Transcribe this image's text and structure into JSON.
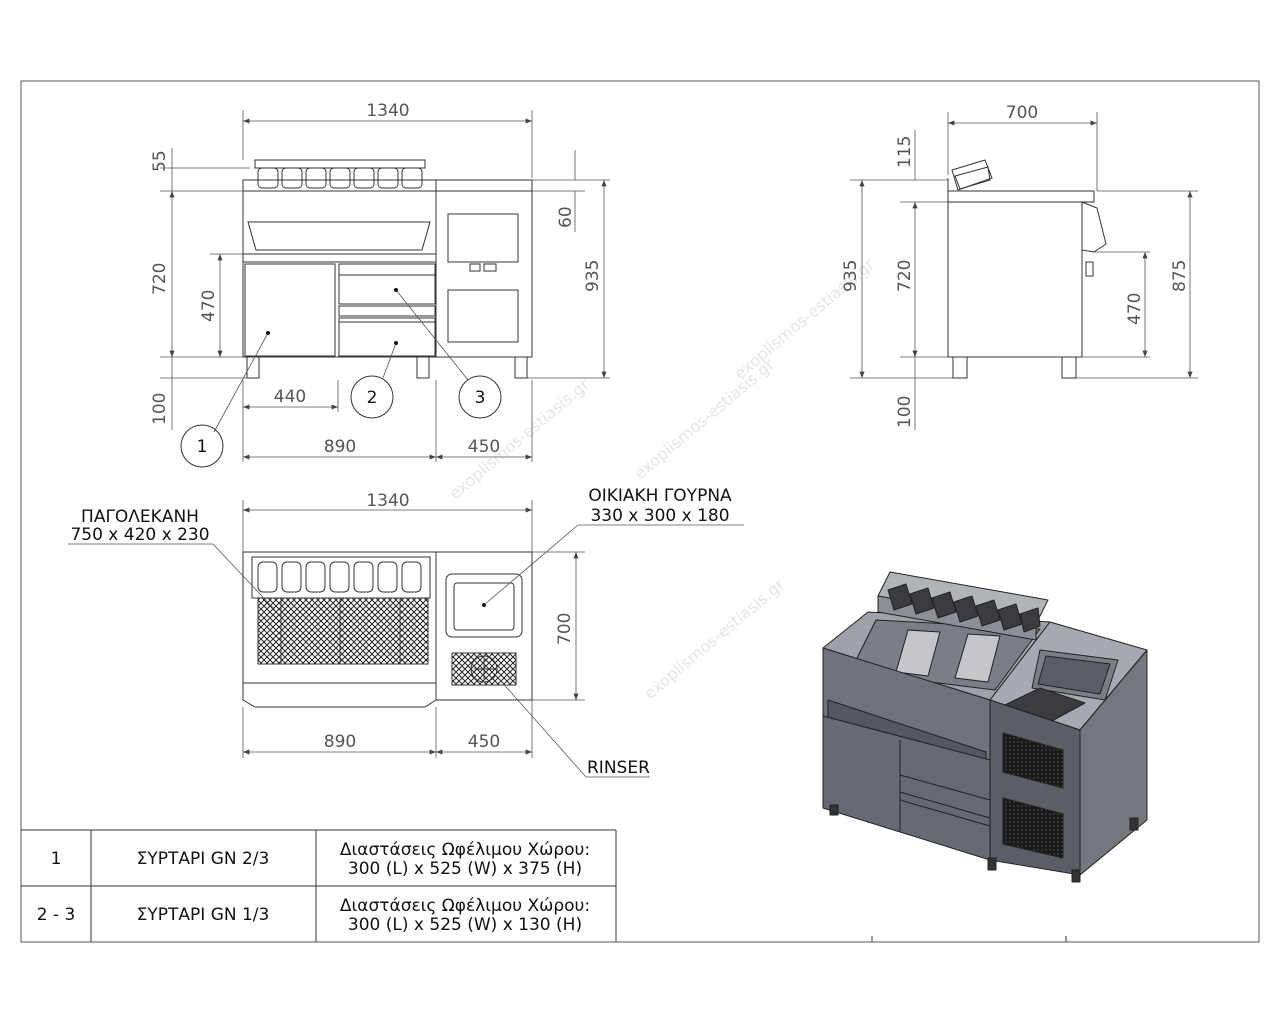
{
  "front_view": {
    "width_total": "1340",
    "height_top": "55",
    "height_body": "720",
    "height_panel": "60",
    "height_total": "935",
    "height_drawer": "470",
    "height_legs": "100",
    "width_drawer": "440",
    "width_left": "890",
    "width_right": "450",
    "callouts": [
      "1",
      "2",
      "3"
    ]
  },
  "side_view": {
    "depth": "700",
    "height_top": "115",
    "height_total": "935",
    "height_body": "720",
    "height_right": "875",
    "height_drawer": "470",
    "height_legs": "100"
  },
  "top_view": {
    "width_total": "1340",
    "depth": "700",
    "width_left": "890",
    "width_right": "450",
    "ice_bin_label": "ΠΑΓΟΛΕΚΑΝΗ",
    "ice_bin_dims": "750 x 420 x 230",
    "sink_label": "ΟΙΚΙΑΚΗ ΓΟΥΡΝΑ",
    "sink_dims": "330 x 300 x 180",
    "rinser_label": "RINSER"
  },
  "spec_table": {
    "rows": [
      {
        "id": "1",
        "name": "ΣΥΡΤΑΡΙ GN 2/3",
        "desc_line1": "Διαστάσεις Ωφέλιμου Χώρου:",
        "desc_line2": "300 (L) x 525 (W) x 375 (H)"
      },
      {
        "id": "2 - 3",
        "name": "ΣΥΡΤΑΡΙ GN 1/3",
        "desc_line1": "Διαστάσεις Ωφέλιμου Χώρου:",
        "desc_line2": "300 (L) x 525 (W) x 130 (H)"
      }
    ]
  },
  "colors": {
    "line": "#333333",
    "steel_top": "#9ea1a8",
    "steel_front": "#6f737b",
    "steel_dark": "#4a4d53"
  }
}
